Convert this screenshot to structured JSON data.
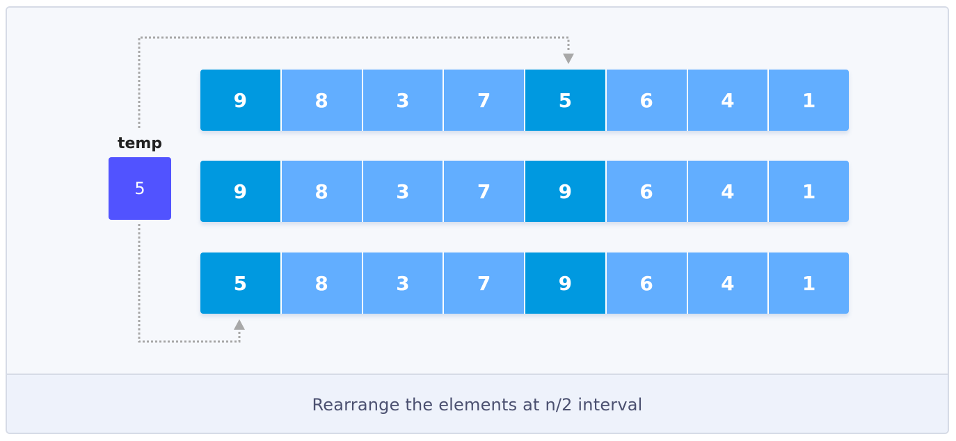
{
  "diagram": {
    "temp_label": "temp",
    "temp_value": "5",
    "rows": [
      [
        "9",
        "8",
        "3",
        "7",
        "5",
        "6",
        "4",
        "1"
      ],
      [
        "9",
        "8",
        "3",
        "7",
        "9",
        "6",
        "4",
        "1"
      ],
      [
        "5",
        "8",
        "3",
        "7",
        "9",
        "6",
        "4",
        "1"
      ]
    ],
    "highlighted_indices": [
      0,
      4
    ],
    "colors": {
      "highlight": "#0099e0",
      "normal": "#62aeff",
      "temp": "#5153ff",
      "connector": "#a8a8a8"
    }
  },
  "caption": "Rearrange the elements at n/2 interval"
}
